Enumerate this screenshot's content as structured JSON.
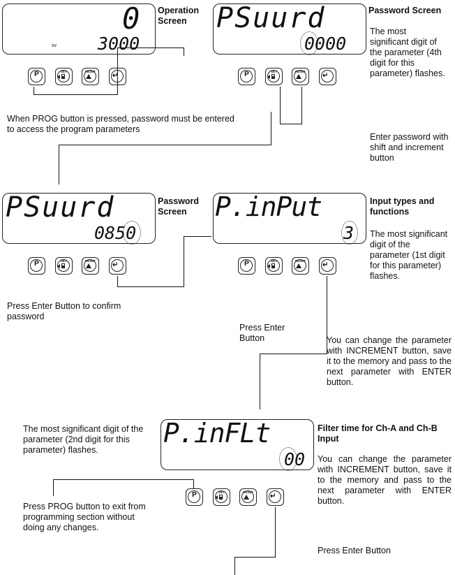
{
  "screens": {
    "operation": {
      "top": "0",
      "bottom": "3000",
      "sv": "sv",
      "title": "Operation Screen"
    },
    "password1": {
      "top": "PSuurd",
      "bottom": "0000",
      "title": "Password Screen"
    },
    "password2": {
      "top": "PSuurd",
      "bottom": "0850",
      "title": "Password Screen"
    },
    "input": {
      "top": "P.inPut",
      "bottom": "3",
      "title": "Input types and functions"
    },
    "filter": {
      "top": "P.inFLt",
      "bottom": "00",
      "title": "Filter time for Ch-A and Ch-B Input"
    }
  },
  "buttons": {
    "prog": "P",
    "set": "SET",
    "reset": "RESET"
  },
  "texts": {
    "pw_flash": "The most significant digit of the parameter (4th digit for this parameter) flashes.",
    "prog_note": "When PROG button is pressed, password must be entered to access the program parameters",
    "enter_pw": "Enter password with shift and increment button",
    "input_flash": "The most significant digit of the parameter (1st digit for this parameter) flashes.",
    "confirm": "Press Enter Button to confirm password",
    "press_enter": "Press Enter Button",
    "change1": "You can change the parameter with INCREMENT button, save it to the memory and pass to the next parameter with ENTER button.",
    "filter_flash": "The most significant digit of the parameter (2nd digit for this parameter) flashes.",
    "change2": "You can change the parameter with INCREMENT button, save it to the memory and pass to the next parameter with ENTER button.",
    "exit": "Press PROG button to exit from programming section without doing any changes.",
    "press_enter2": "Press Enter Button"
  }
}
